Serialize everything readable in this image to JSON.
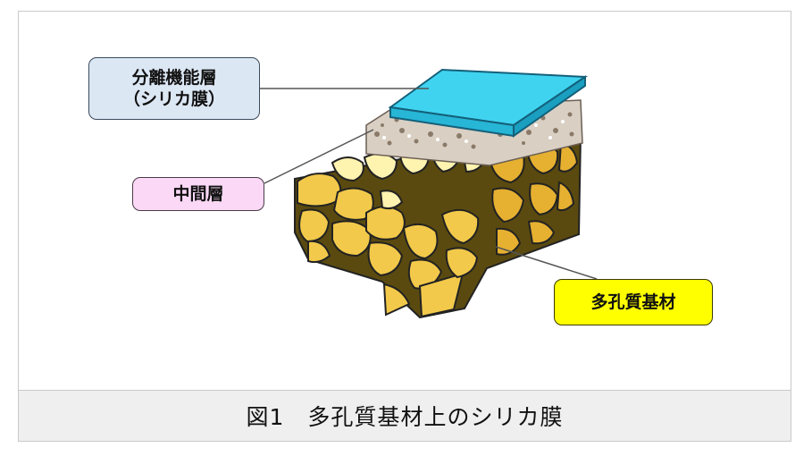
{
  "labels": {
    "separation_layer_line1": "分離機能層",
    "separation_layer_line2": "（シリカ膜）",
    "intermediate_layer": "中間層",
    "porous_substrate": "多孔質基材"
  },
  "caption": "図1　多孔質基材上のシリカ膜",
  "colors": {
    "silica_film_top": "#3fd3f0",
    "silica_film_side": "#1a9fc0",
    "intermediate_layer": "#d9cfc3",
    "substrate_grain": "#f2c94a",
    "substrate_grain_light": "#fff3b0",
    "separation_label_bg": "#dce7f4",
    "intermediate_label_bg": "#fbd8f6",
    "substrate_label_bg": "#ffff00",
    "caption_bg": "#efefef"
  }
}
